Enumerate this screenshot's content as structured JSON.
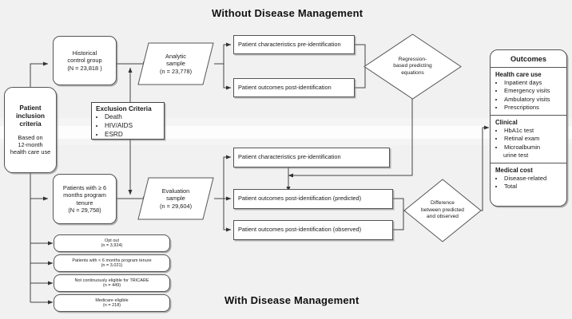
{
  "titles": {
    "top": "Without Disease Management",
    "bottom": "With Disease Management"
  },
  "nodes": {
    "inclusion": {
      "l1": "Patient",
      "l2": "inclusion",
      "l3": "criteria",
      "l4": "Based on",
      "l5": "12-month",
      "l6": "health care use"
    },
    "historical": {
      "l1": "Historical",
      "l2": "control group",
      "l3": "(N = 23,818 )"
    },
    "tenure": {
      "l1": "Patients with ≥ 6",
      "l2": "months program",
      "l3": "tenure",
      "l4": "(N = 29,758)"
    },
    "analytic": {
      "l1": "Analytic",
      "l2": "sample",
      "l3": "(n = 23,778)"
    },
    "evaluation": {
      "l1": "Evaluation",
      "l2": "sample",
      "l3": "(n = 29,604)"
    },
    "top_char": "Patient characteristics pre-identification",
    "top_out": "Patient outcomes post-identification",
    "bot_char": "Patient characteristics pre-identification",
    "bot_pred": "Patient outcomes post-identification (predicted)",
    "bot_obs": "Patient outcomes post-identification (observed)"
  },
  "diamonds": {
    "regression": {
      "l1": "Regression-",
      "l2": "based predicting",
      "l3": "equations"
    },
    "difference": {
      "l1": "Difference",
      "l2": "between predicted",
      "l3": "and observed"
    }
  },
  "exclusion": {
    "heading": "Exclusion Criteria",
    "items": [
      "Death",
      "HIV/AIDS",
      "ESRD"
    ]
  },
  "excluded_boxes": [
    {
      "label": "Opt out",
      "n": "(n = 3,924)"
    },
    {
      "label": "Patients with < 6 months program tenure",
      "n": "(n = 3,021)"
    },
    {
      "label": "Not continuously eligible for TRICARE",
      "n": "(n = 449)"
    },
    {
      "label": "Medicare eligible",
      "n": "(n = 218)"
    }
  ],
  "outcomes": {
    "heading": "Outcomes",
    "sections": [
      {
        "title": "Health care use",
        "items": [
          "Inpatient days",
          "Emergency visits",
          "Ambulatory visits",
          "Prescriptions"
        ]
      },
      {
        "title": "Clinical",
        "items": [
          "HbA1c test",
          "Retinal exam",
          "Microalbumin",
          "urine test"
        ]
      },
      {
        "title": "Medical cost",
        "items": [
          "Disease-related",
          "Total"
        ]
      }
    ]
  },
  "colors": {
    "background": "#f1f1f1",
    "node_fill": "#ffffff",
    "stroke": "#555555",
    "text": "#1a1a1a"
  }
}
